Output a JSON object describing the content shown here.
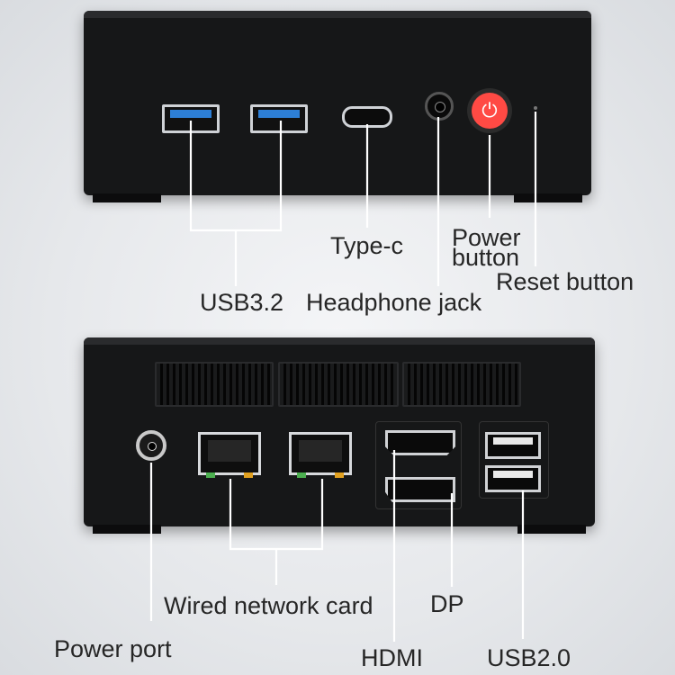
{
  "front": {
    "labels": {
      "usb32": "USB3.2",
      "typec": "Type-c",
      "headphone": "Headphone jack",
      "power_line1": "Power",
      "power_line2": "button",
      "reset": "Reset button"
    }
  },
  "back": {
    "labels": {
      "network": "Wired network card",
      "dp": "DP",
      "power_port": "Power port",
      "hdmi": "HDMI",
      "usb20": "USB2.0"
    }
  },
  "colors": {
    "power_button": "#ff4a44",
    "usb3_tongue": "#2d7fd6",
    "device_body": "#161718"
  }
}
